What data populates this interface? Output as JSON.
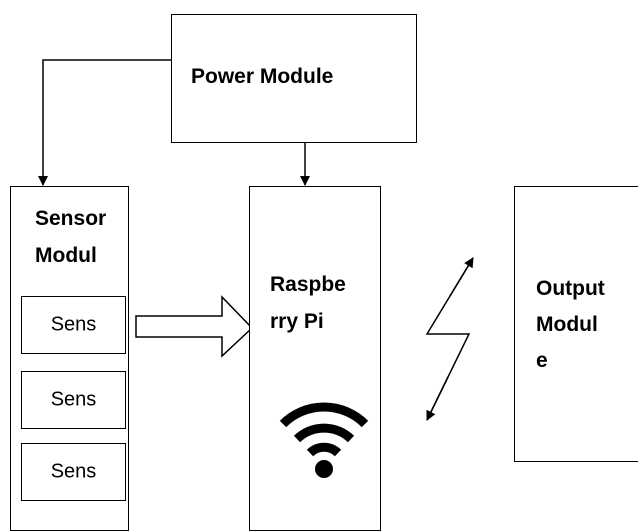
{
  "diagram": {
    "power_module": {
      "label": "Power Module"
    },
    "sensor_module": {
      "label_line1": "Sensor",
      "label_line2": "Modul"
    },
    "sensors": [
      {
        "label": "Sens"
      },
      {
        "label": "Sens"
      },
      {
        "label": "Sens"
      }
    ],
    "raspberry_pi": {
      "label_line1": "Raspbe",
      "label_line2": "rry Pi",
      "icon": "wifi-icon"
    },
    "output_module": {
      "label_line1": "Output",
      "label_line2": "Modul",
      "label_line3": "e"
    }
  }
}
